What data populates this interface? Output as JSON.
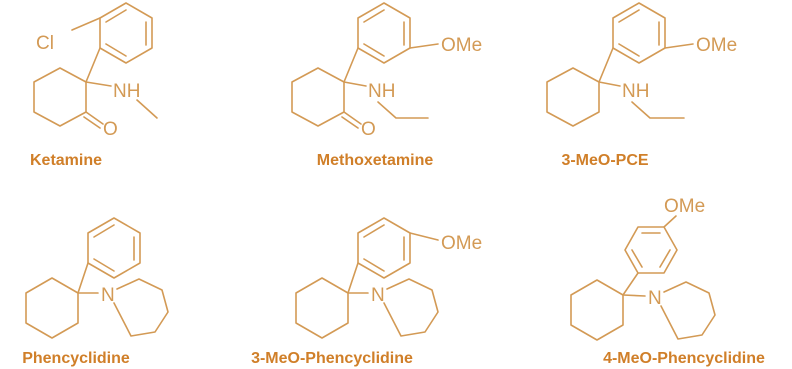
{
  "molecules": [
    {
      "name": "Ketamine",
      "labels": {
        "cl": "Cl",
        "nh": "NH",
        "o": "O"
      }
    },
    {
      "name": "Methoxetamine",
      "labels": {
        "ome": "OMe",
        "nh": "NH",
        "o": "O"
      }
    },
    {
      "name": "3-MeO-PCE",
      "labels": {
        "ome": "OMe",
        "nh": "NH"
      }
    },
    {
      "name": "Phencyclidine",
      "labels": {
        "n": "N"
      }
    },
    {
      "name": "3-MeO-Phencyclidine",
      "labels": {
        "ome": "OMe",
        "n": "N"
      }
    },
    {
      "name": "4-MeO-Phencyclidine",
      "labels": {
        "ome": "OMe",
        "n": "N"
      }
    }
  ],
  "colors": {
    "structure": "#d39a55",
    "label": "#d07f29",
    "background": "#ffffff"
  }
}
